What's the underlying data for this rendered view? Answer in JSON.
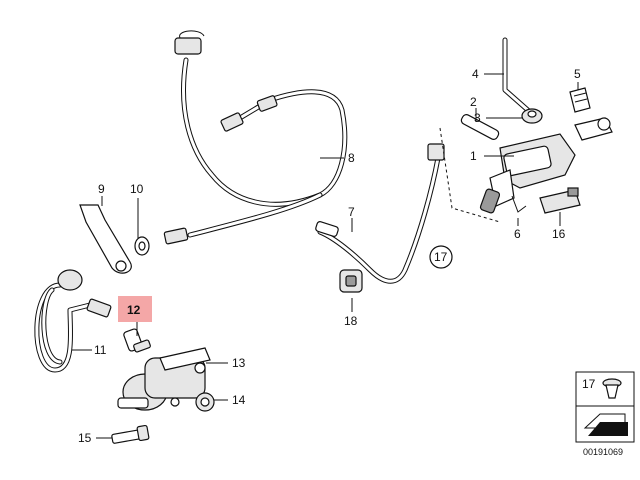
{
  "parts": [
    {
      "id": "1",
      "label": "1"
    },
    {
      "id": "2",
      "label": "2"
    },
    {
      "id": "3",
      "label": "3"
    },
    {
      "id": "4",
      "label": "4"
    },
    {
      "id": "5",
      "label": "5"
    },
    {
      "id": "6",
      "label": "6"
    },
    {
      "id": "7",
      "label": "7"
    },
    {
      "id": "8",
      "label": "8"
    },
    {
      "id": "9",
      "label": "9"
    },
    {
      "id": "10",
      "label": "10"
    },
    {
      "id": "11",
      "label": "11"
    },
    {
      "id": "12",
      "label": "12",
      "highlighted": true
    },
    {
      "id": "13",
      "label": "13"
    },
    {
      "id": "14",
      "label": "14"
    },
    {
      "id": "15",
      "label": "15"
    },
    {
      "id": "16",
      "label": "16"
    },
    {
      "id": "17",
      "label": "17"
    },
    {
      "id": "18",
      "label": "18"
    }
  ],
  "reference_callout": "17",
  "legend_box": {
    "label": "17"
  },
  "diagram_number": "00191069",
  "colors": {
    "highlight": "#f4a7a7",
    "line": "#111111",
    "background": "#ffffff"
  }
}
